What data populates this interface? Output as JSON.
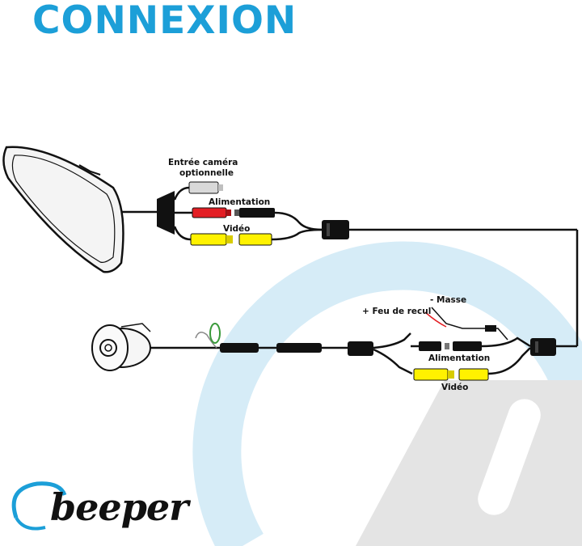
{
  "title": "CONNEXION",
  "labels": {
    "optional_camera_input_line1": "Entrée caméra",
    "optional_camera_input_line2": "optionnelle",
    "power_top": "Alimentation",
    "video_top": "Vidéo",
    "ground": "- Masse",
    "reverse_light": "+ Feu de recul",
    "power_bottom": "Alimentation",
    "video_bottom": "Vidéo"
  },
  "brand": {
    "logo_text": "beeper"
  },
  "colors": {
    "title": "#1c9fd8",
    "power_plug": "#e31e24",
    "video_plug": "#fff200",
    "optional_plug": "#d9d9d9",
    "cable": "#111111",
    "ground_wire": "#111111",
    "reverse_wire": "#e31e24",
    "watermark_ring": "#d6ecf7",
    "watermark_shape": "#e4e4e4"
  }
}
